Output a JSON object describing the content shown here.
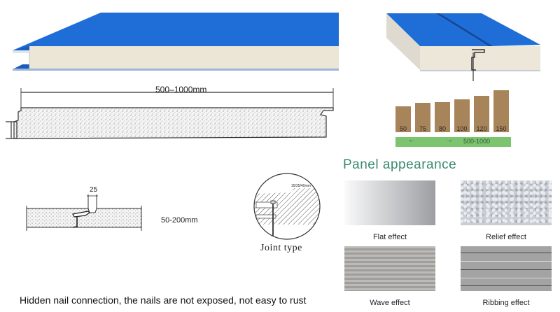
{
  "top_panel_3d": {
    "name": "sandwich-panel-side-view",
    "colors": {
      "skin": "#1f6ed8",
      "core": "#ebe6d6",
      "edge": "#9db5d8"
    }
  },
  "joint_panel_3d": {
    "name": "sandwich-panel-joint-view",
    "colors": {
      "skin": "#1f6ed8",
      "core": "#ece7d8"
    }
  },
  "section_drawing": {
    "width_label": "500–1000mm"
  },
  "thickness_chart": {
    "bar_color": "#a8845a",
    "range_color": "#7cc470",
    "range_label": "500-1000",
    "arrow_symbol_left": "←",
    "arrow_symbol_right": "→"
  },
  "chart_data": {
    "type": "bar",
    "title": "",
    "categories": [
      "50",
      "75",
      "80",
      "100",
      "120",
      "150"
    ],
    "values": [
      50,
      75,
      80,
      100,
      120,
      150
    ],
    "xlabel": "500-1000",
    "ylabel": "",
    "ylim": [
      0,
      160
    ],
    "grid": false,
    "legend": "none"
  },
  "joint_detail": {
    "gap_label": "25",
    "thickness_label": "50-200mm"
  },
  "joint_type": {
    "inset_label": "15/25/40mm",
    "caption": "Joint type"
  },
  "panel_appearance": {
    "title": "Panel appearance",
    "items": [
      {
        "label": "Flat effect"
      },
      {
        "label": "Relief effect"
      },
      {
        "label": "Wave effect"
      },
      {
        "label": "Ribbing effect"
      }
    ]
  },
  "footer": {
    "caption": "Hidden nail connection, the nails are not exposed, not easy to rust"
  }
}
